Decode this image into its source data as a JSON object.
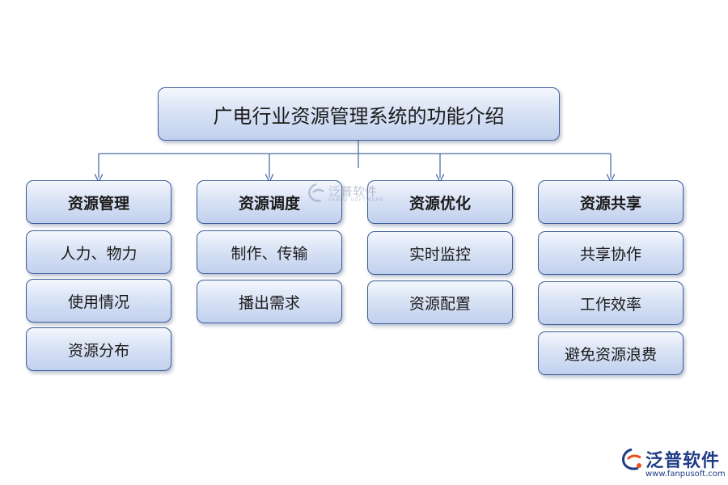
{
  "title": "广电行业资源管理系统的功能介绍",
  "columns": [
    {
      "heading": "资源管理",
      "items": [
        "人力、物力",
        "使用情况",
        "资源分布"
      ]
    },
    {
      "heading": "资源调度",
      "items": [
        "制作、传输",
        "播出需求"
      ]
    },
    {
      "heading": "资源优化",
      "items": [
        "实时监控",
        "资源配置"
      ]
    },
    {
      "heading": "资源共享",
      "items": [
        "共享协作",
        "工作效率",
        "避免资源浪费"
      ]
    }
  ],
  "watermark": {
    "text": "泛普软件",
    "sub": "FANPU SOFTWARE"
  },
  "logo": {
    "text": "泛普软件",
    "url": "www.fanpusoft.com"
  },
  "colors": {
    "border": "#3f5f9a",
    "line": "#4a6fa8",
    "fill_top": "#f4f7fd",
    "fill_bottom": "#c1d0ee",
    "logo": "#1f3b86",
    "logo_accent": "#e8501e"
  }
}
